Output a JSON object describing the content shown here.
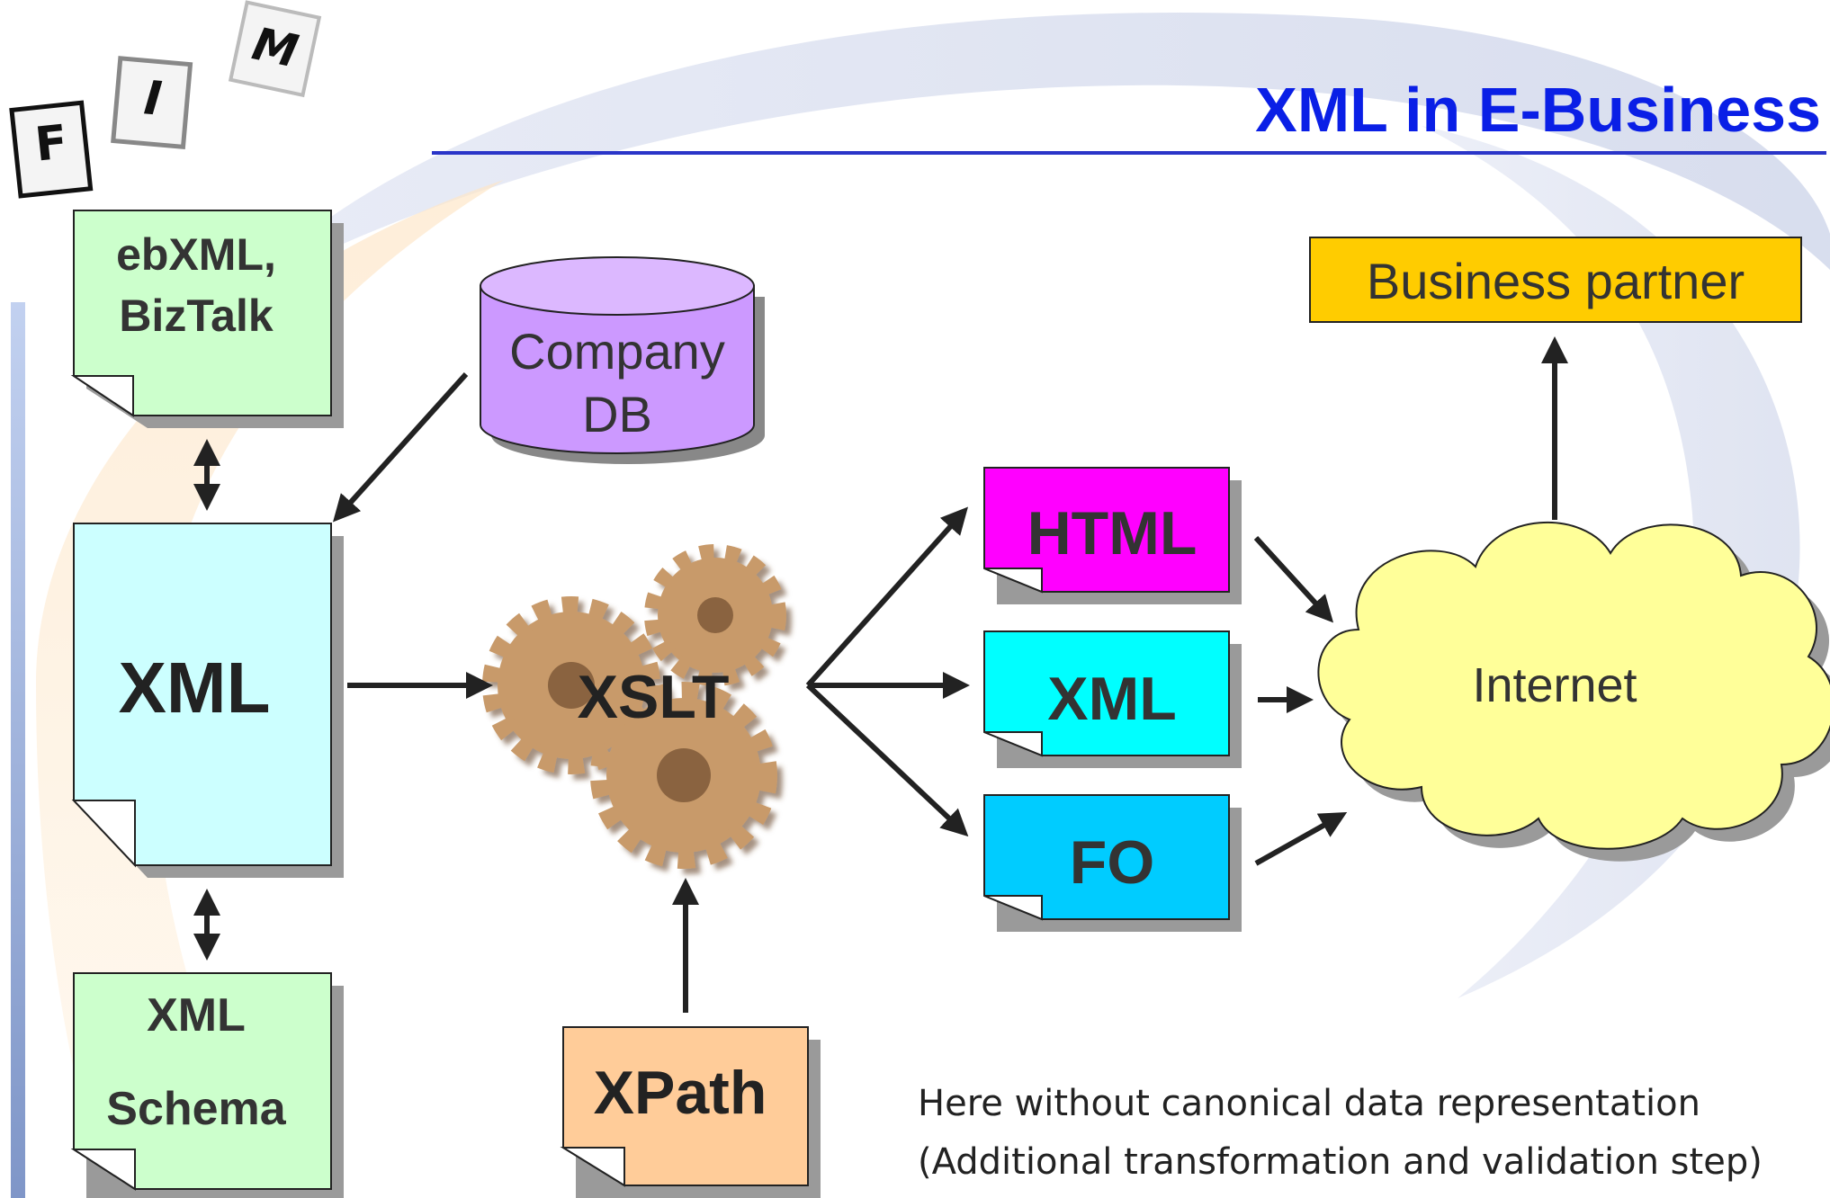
{
  "header": {
    "title": "XML in E-Business"
  },
  "logo": {
    "letters": [
      "F",
      "I",
      "M"
    ]
  },
  "diagram": {
    "ebxml": [
      "ebXML,",
      "BizTalk"
    ],
    "company_db": [
      "Company",
      "DB"
    ],
    "xml_main": "XML",
    "xml_schema": [
      "XML",
      "Schema"
    ],
    "xslt": "XSLT",
    "xpath": "XPath",
    "html_out": "HTML",
    "xml_out": "XML",
    "fo_out": "FO",
    "internet": "Internet",
    "business_partner": "Business partner"
  },
  "caption": {
    "line1": "Here without canonical data representation",
    "line2": "(Additional transformation and validation step)"
  },
  "colors": {
    "title": "#0a1fe6",
    "doc_green": "#ccffcc",
    "doc_cyan_light": "#ccffff",
    "db_purple": "#cc99ff",
    "gear": "#c89a6a",
    "html_magenta": "#ff00ff",
    "xml_cyan": "#00ffff",
    "fo_blue": "#00ccff",
    "xpath_orange": "#ffcc99",
    "cloud_yellow": "#ffff99",
    "partner_gold": "#ffcc00"
  }
}
